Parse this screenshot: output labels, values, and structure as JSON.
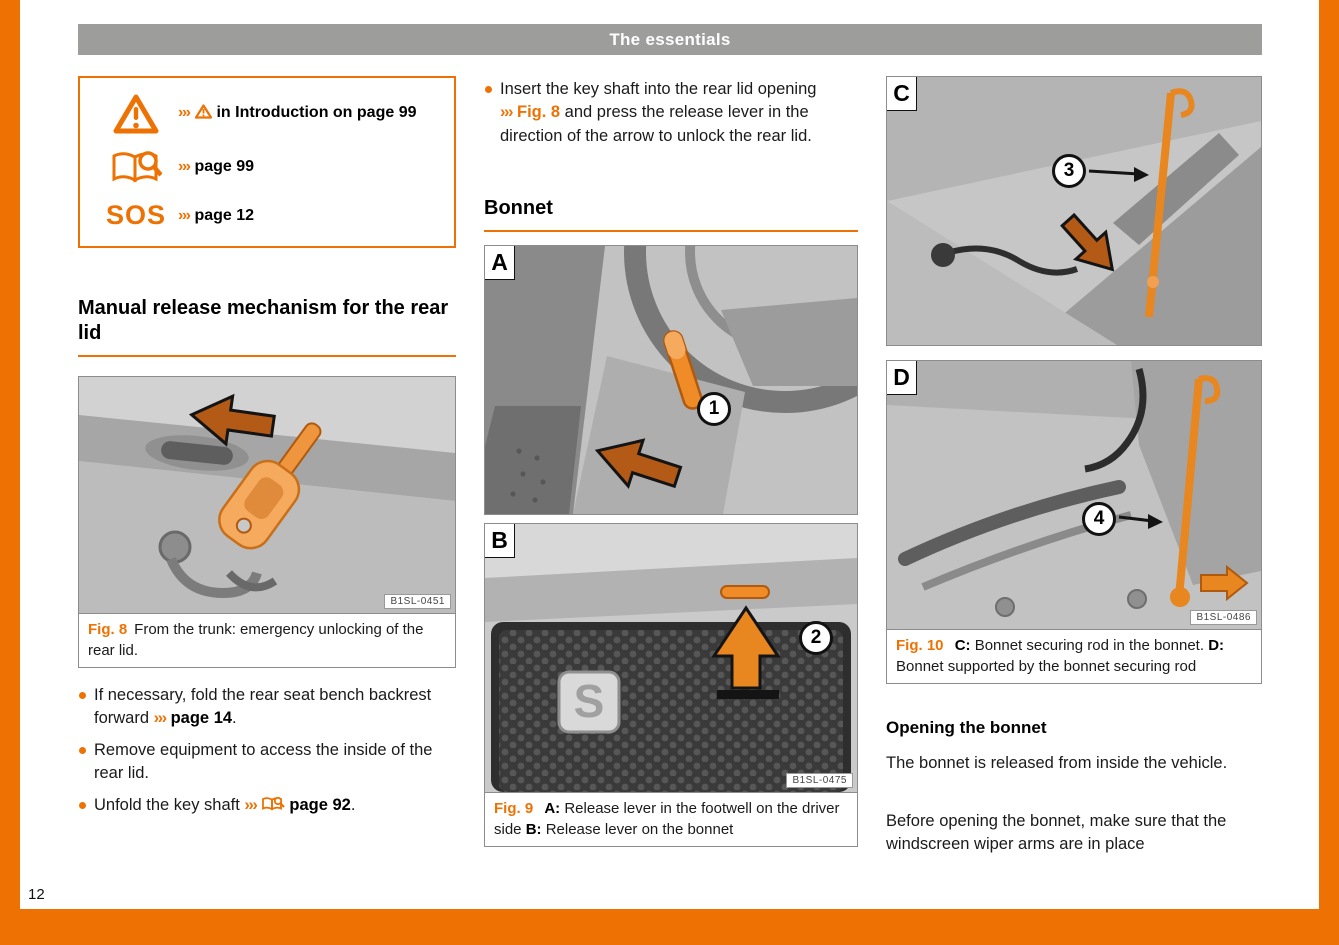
{
  "meta": {
    "accent_orange": "#ee7203",
    "header_gray": "#9d9d9c",
    "illustration_gray": "#c6c6c6",
    "arrow_brown": "#b35a17"
  },
  "header": {
    "title": "The essentials"
  },
  "footer": {
    "page_number": "12"
  },
  "info_box": {
    "rows": [
      {
        "icon": "warning-triangle-icon",
        "chevrons": "›››",
        "inline_icon": "warning-triangle-inline-icon",
        "text": "in Introduction on page 99"
      },
      {
        "icon": "book-search-icon",
        "chevrons": "›››",
        "text": "page 99"
      },
      {
        "icon": "sos-icon",
        "icon_text": "SOS",
        "chevrons": "›››",
        "text": "page 12"
      }
    ]
  },
  "col1": {
    "heading": "Manual release mechanism for the rear lid",
    "fig8": {
      "image_code": "B1SL-0451",
      "caption_label": "Fig. 8",
      "caption_text": "From the trunk: emergency unlocking of the rear lid."
    },
    "bullets": [
      {
        "pre": "If necessary, fold the rear seat bench backrest forward ",
        "chevrons": "›››",
        "link": "page 14",
        "post": "."
      },
      {
        "pre": "Remove equipment to access the inside of the rear lid."
      },
      {
        "pre": "Unfold the key shaft ",
        "chevrons": "›››",
        "inline_icon": "book-search-inline-icon",
        "link": "page 92",
        "post": "."
      }
    ]
  },
  "col2": {
    "intro_bullet": {
      "pre": "Insert the key shaft into the rear lid opening ",
      "chevrons": "›››",
      "figref": "Fig. 8",
      "post": " and press the release lever in the direction of the arrow to unlock the rear lid."
    },
    "heading": "Bonnet",
    "fig9": {
      "label_a": "A",
      "label_b": "B",
      "callout_1": "1",
      "callout_2": "2",
      "logo_letter": "S",
      "image_code": "B1SL-0475",
      "caption_label": "Fig. 9",
      "caption_a_label": "A:",
      "caption_a_text": "Release lever in the footwell on the driver side",
      "caption_b_label": "B:",
      "caption_b_text": "Release lever on the bonnet"
    }
  },
  "col3": {
    "fig10": {
      "label_c": "C",
      "label_d": "D",
      "callout_3": "3",
      "callout_4": "4",
      "image_code": "B1SL-0486",
      "caption_label": "Fig. 10",
      "caption_c_label": "C:",
      "caption_c_text": "Bonnet securing rod in the bonnet.",
      "caption_d_label": "D:",
      "caption_d_text": "Bonnet supported by the bonnet securing rod"
    },
    "subheading": "Opening the bonnet",
    "para1": "The bonnet is released from inside the vehicle.",
    "para2": "Before opening the bonnet, make sure that the windscreen wiper arms are in place"
  }
}
